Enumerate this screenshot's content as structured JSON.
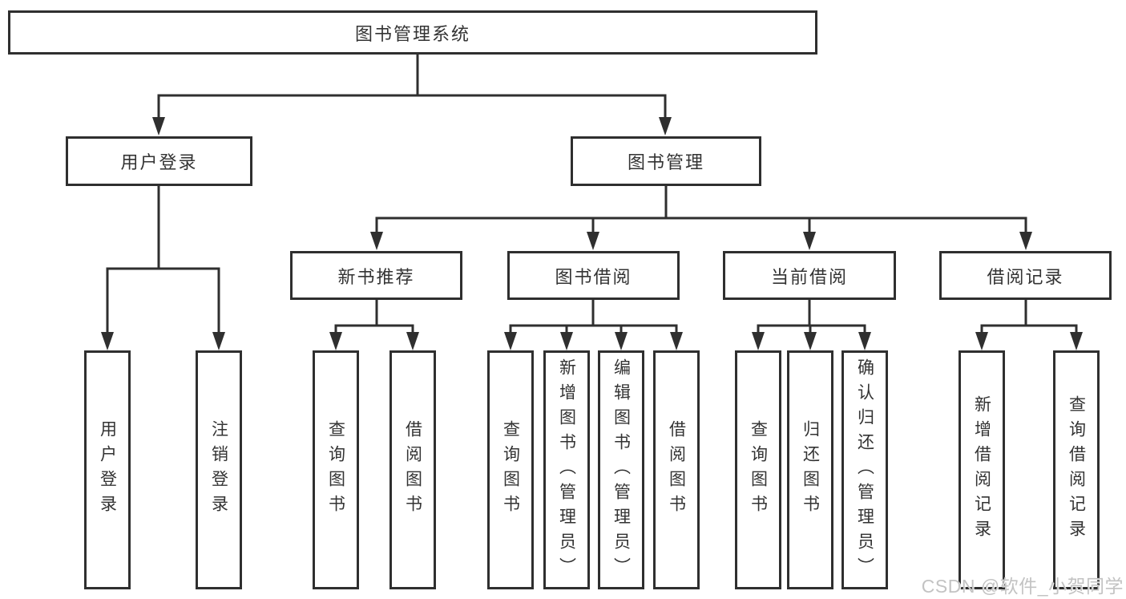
{
  "nodes": {
    "root": "图书管理系统",
    "level2": [
      "用户登录",
      "图书管理"
    ],
    "level3": [
      "新书推荐",
      "图书借阅",
      "当前借阅",
      "借阅记录"
    ],
    "leaves_user": [
      "用户登录",
      "注销登录"
    ],
    "leaves_newbook": [
      "查询图书",
      "借阅图书"
    ],
    "leaves_borrow": [
      "查询图书",
      "新增图书（管理员）",
      "编辑图书（管理员）",
      "借阅图书"
    ],
    "leaves_current": [
      "查询图书",
      "归还图书",
      "确认归还（管理员）"
    ],
    "leaves_records": [
      "新增借阅记录",
      "查询借阅记录"
    ]
  },
  "watermark": "CSDN @软件_小贺同学",
  "colors": {
    "line": "#2f2f2f",
    "border": "#2f2f2f",
    "text": "#333333",
    "watermark": "#c3c3c3",
    "background": "#ffffff"
  }
}
